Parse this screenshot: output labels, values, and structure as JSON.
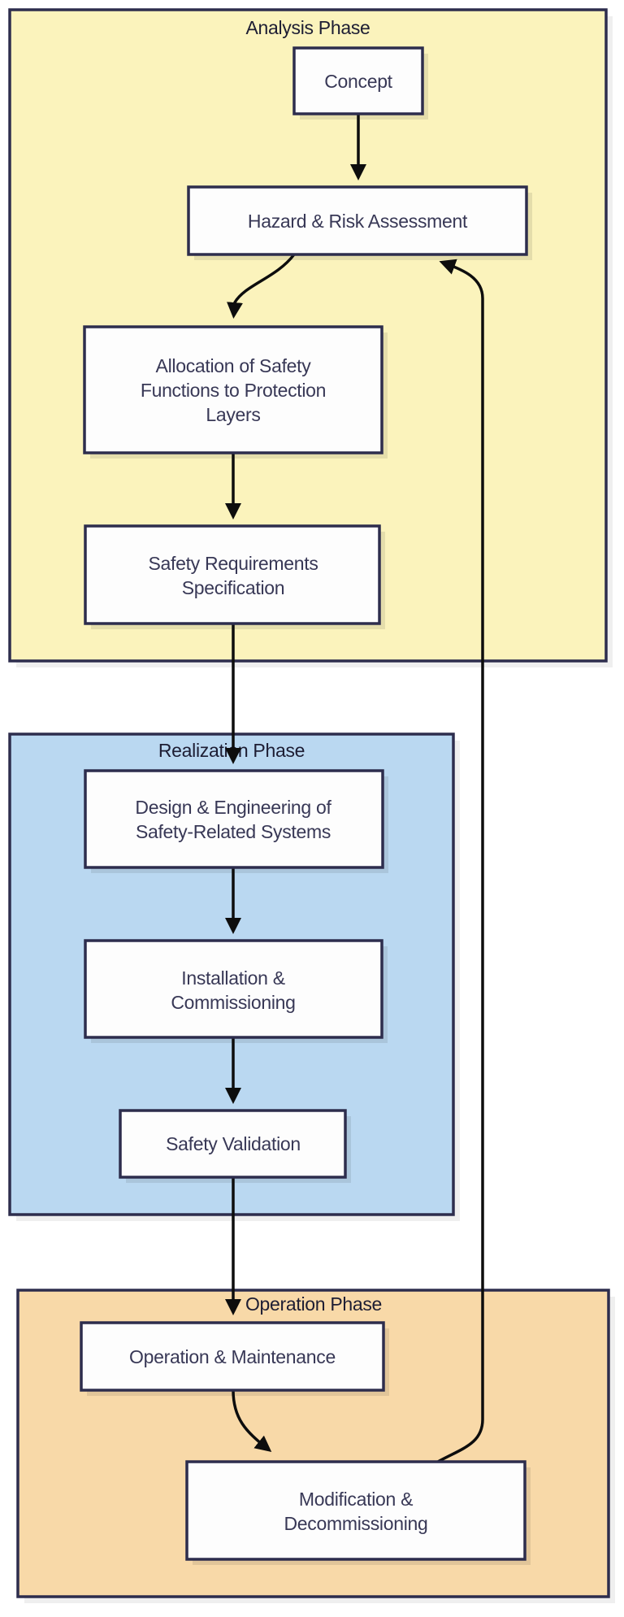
{
  "diagram": {
    "type": "flowchart-safety-lifecycle",
    "phases": {
      "analysis": {
        "label": "Analysis Phase",
        "fill": "#FBF3BC"
      },
      "realization": {
        "label": "Realization Phase",
        "fill": "#BAD8F1"
      },
      "operation": {
        "label": "Operation Phase",
        "fill": "#F8D9A8"
      }
    },
    "nodes": {
      "concept": {
        "label": "Concept"
      },
      "hazard": {
        "label": "Hazard & Risk Assessment"
      },
      "allocation": {
        "line1": "Allocation of Safety",
        "line2": "Functions to Protection",
        "line3": "Layers"
      },
      "srs": {
        "line1": "Safety Requirements",
        "line2": "Specification"
      },
      "design": {
        "line1": "Design & Engineering of",
        "line2": "Safety-Related Systems"
      },
      "install": {
        "line1": "Installation &",
        "line2": "Commissioning"
      },
      "validation": {
        "label": "Safety Validation"
      },
      "operation_maintenance": {
        "label": "Operation & Maintenance"
      },
      "modification": {
        "line1": "Modification &",
        "line2": "Decommissioning"
      }
    },
    "colors": {
      "border": "#2D2D4D",
      "text": "#383856",
      "arrow": "#0D0D0D",
      "node_fill": "#FDFDFD",
      "analysis_fill": "#FBF3BC",
      "realization_fill": "#BAD8F1",
      "operation_fill": "#F8D9A8"
    }
  }
}
